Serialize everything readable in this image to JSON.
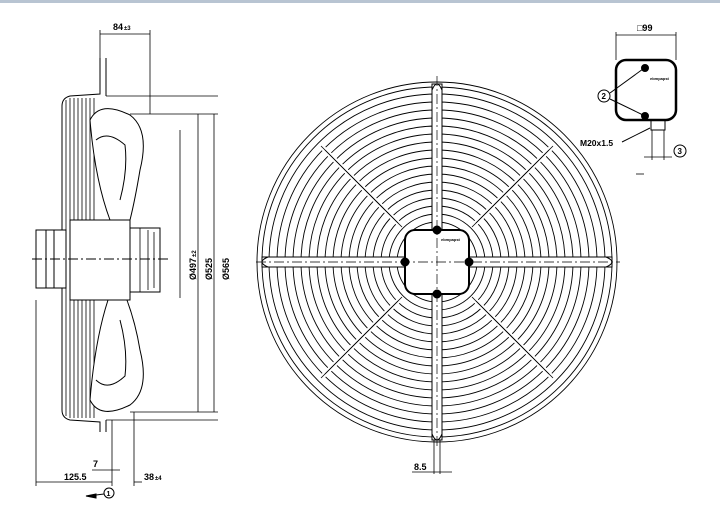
{
  "drawing": {
    "side_view": {
      "dim_top_depth": "84",
      "dim_top_depth_tol": "±3",
      "dim_d1": "Ø497",
      "dim_d1_tol": "±2",
      "dim_d2": "Ø525",
      "dim_d3": "Ø565",
      "dim_bottom_left": "125.5",
      "dim_small": "7",
      "dim_bottom_right": "38",
      "dim_bottom_right_tol": "±4",
      "callout_1": "1"
    },
    "front_view": {
      "dim_bottom": "8.5",
      "badge_text": "ebmpapst"
    },
    "terminal_box": {
      "dim_square": "□99",
      "callout_2": "2",
      "callout_3": "3",
      "thread_label": "M20x1.5"
    }
  },
  "colors": {
    "line": "#000000",
    "background": "#ffffff",
    "topbar": "#b8c4d2"
  }
}
